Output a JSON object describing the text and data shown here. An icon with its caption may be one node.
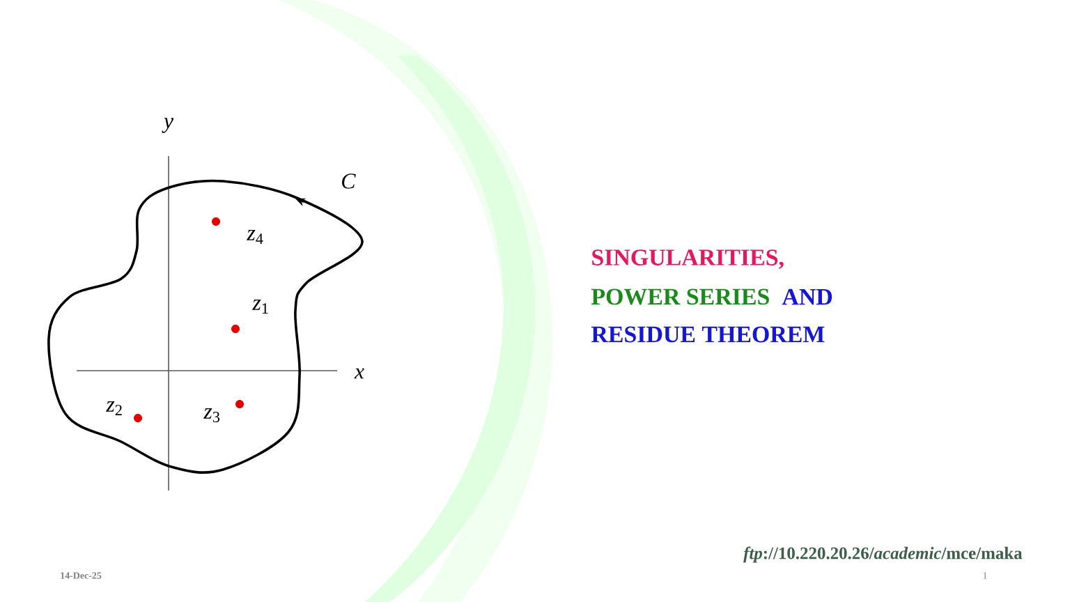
{
  "diagram": {
    "labels": [
      "*y*",
      "*C*",
      "*z*$_{4}$",
      "*z*$_{1}$",
      "*x*",
      "*z*$_{2}$",
      "*z*$_{3}$",
      "SINGULARITIES,",
      "POWER SERIES",
      "AND",
      "RESIDUE THEOREM",
      "*ftp*://10.220.20.26/*academic*/mce/maka",
      "14-Dec-25",
      "1"
    ]
  }
}
